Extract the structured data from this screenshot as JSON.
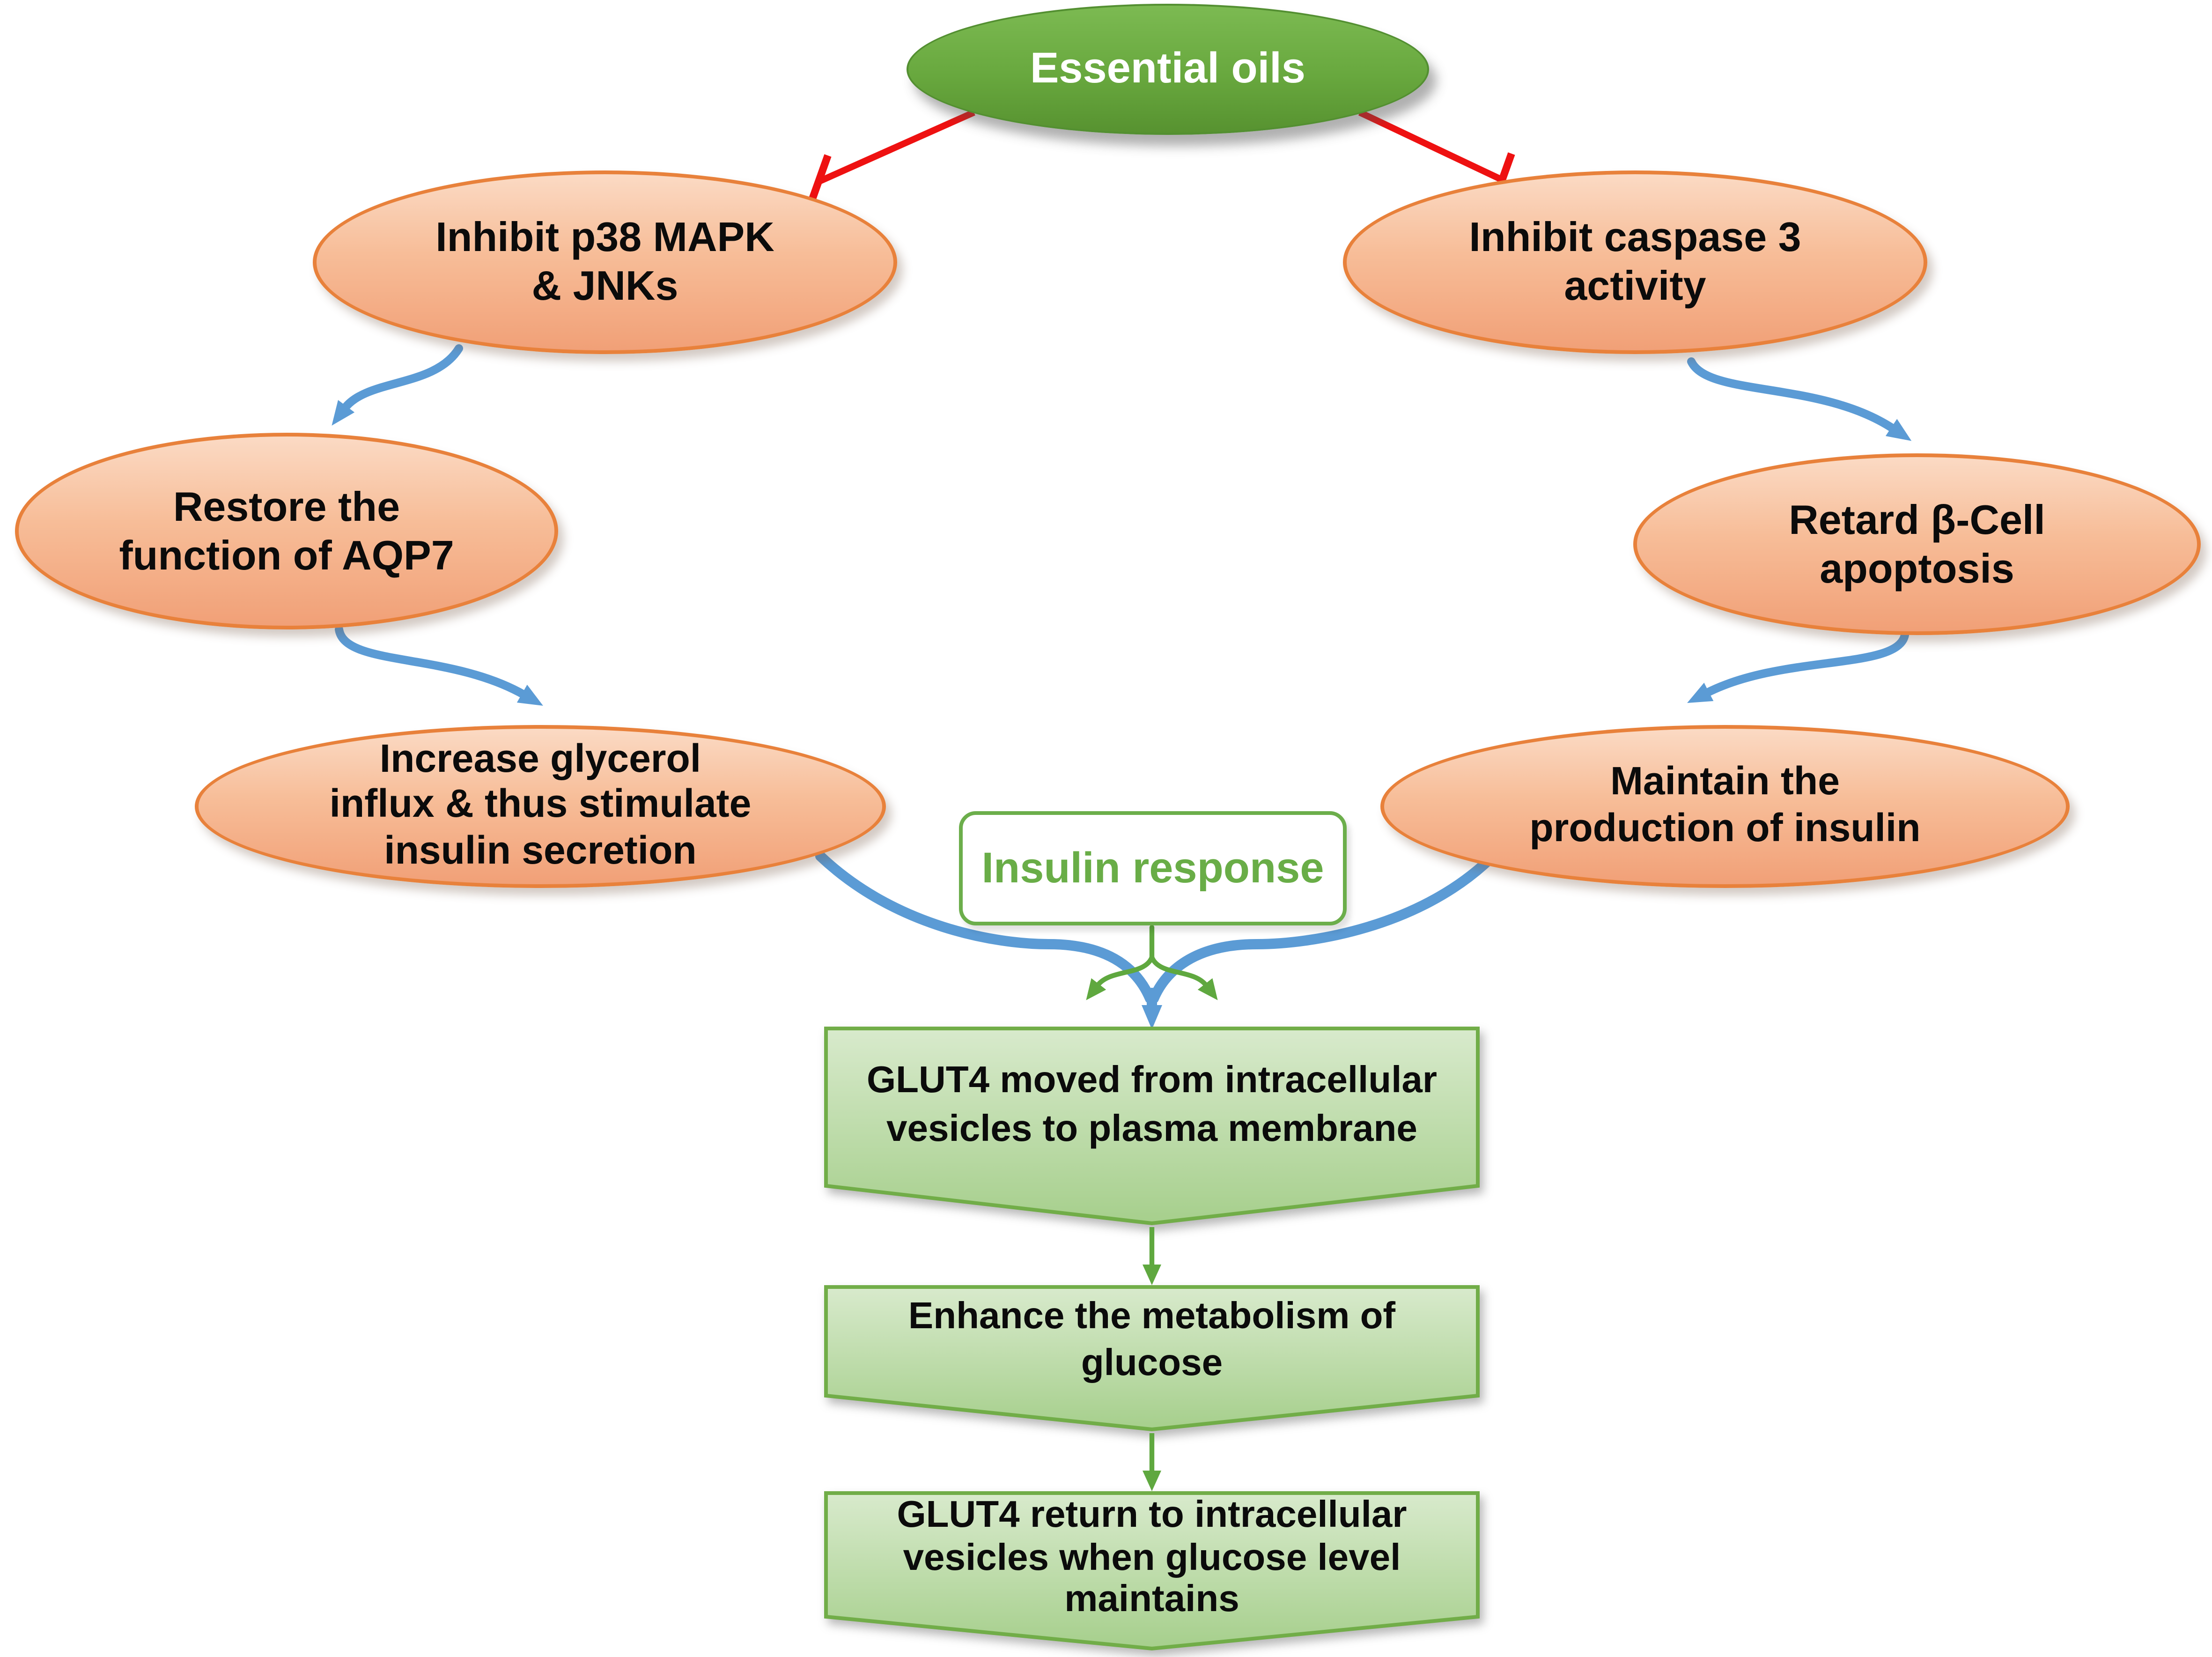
{
  "nodes": {
    "essential_oils": {
      "label": "Essential oils"
    },
    "inhibit_p38_mapk_jnks": {
      "label": "Inhibit p38 MAPK\n& JNKs"
    },
    "inhibit_caspase3": {
      "label": "Inhibit caspase 3\nactivity"
    },
    "restore_aqp7": {
      "label": "Restore the\nfunction of AQP7"
    },
    "retard_beta_cell_apoptosis": {
      "label": "Retard β-Cell\napoptosis"
    },
    "increase_glycerol_influx": {
      "label": "Increase glycerol\ninflux & thus stimulate\ninsulin secretion"
    },
    "maintain_insulin_production": {
      "label": "Maintain the\nproduction of insulin"
    },
    "insulin_response": {
      "label": "Insulin response"
    },
    "glut4_to_membrane": {
      "label": "GLUT4 moved from intracellular\nvesicles to plasma membrane"
    },
    "enhance_glucose_metabolism": {
      "label": "Enhance the metabolism of\nglucose"
    },
    "glut4_return": {
      "label": "GLUT4 return to intracellular\nvesicles when glucose level\nmaintains"
    }
  },
  "edges": [
    {
      "from": "essential_oils",
      "to": "inhibit_p38_mapk_jnks",
      "type": "inhibition",
      "color": "#EE1111"
    },
    {
      "from": "essential_oils",
      "to": "inhibit_caspase3",
      "type": "inhibition",
      "color": "#EE1111"
    },
    {
      "from": "inhibit_p38_mapk_jnks",
      "to": "restore_aqp7",
      "type": "flow",
      "color": "#5B9BD5"
    },
    {
      "from": "restore_aqp7",
      "to": "increase_glycerol_influx",
      "type": "flow",
      "color": "#5B9BD5"
    },
    {
      "from": "inhibit_caspase3",
      "to": "retard_beta_cell_apoptosis",
      "type": "flow",
      "color": "#5B9BD5"
    },
    {
      "from": "retard_beta_cell_apoptosis",
      "to": "maintain_insulin_production",
      "type": "flow",
      "color": "#5B9BD5"
    },
    {
      "from": "increase_glycerol_influx",
      "to": "glut4_to_membrane",
      "type": "flow",
      "color": "#5B9BD5"
    },
    {
      "from": "maintain_insulin_production",
      "to": "glut4_to_membrane",
      "type": "flow",
      "color": "#5B9BD5"
    },
    {
      "from": "insulin_response",
      "to": "glut4_to_membrane",
      "type": "flow",
      "color": "#70AD47"
    },
    {
      "from": "glut4_to_membrane",
      "to": "enhance_glucose_metabolism",
      "type": "flow",
      "color": "#70AD47"
    },
    {
      "from": "enhance_glucose_metabolism",
      "to": "glut4_return",
      "type": "flow",
      "color": "#70AD47"
    }
  ],
  "colors": {
    "accent_green": "#70AD47",
    "box_fill_green": "#A9D18E",
    "ellipse_orange_border": "#ED7D31",
    "ellipse_orange_fill": "#F6B892",
    "flow_blue": "#5B9BD5",
    "inhibition_red": "#EE1111",
    "top_ellipse_green": "#68A83E"
  }
}
